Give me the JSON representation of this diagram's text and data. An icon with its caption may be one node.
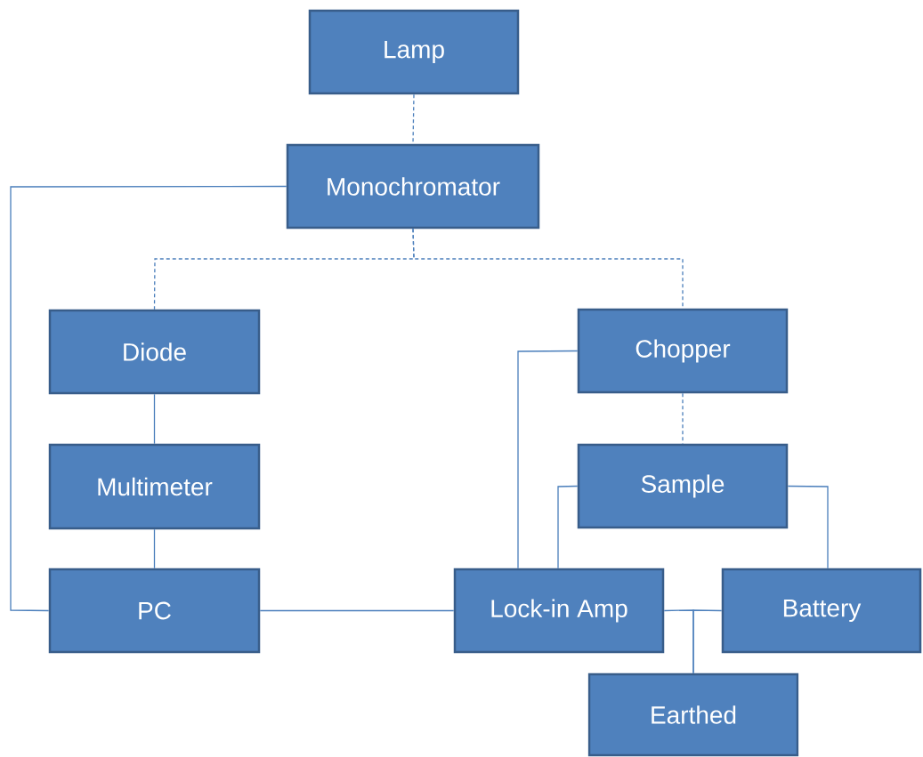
{
  "diagram": {
    "nodes": [
      {
        "text": [
          "Lamp"
        ]
      },
      {
        "text": [
          "Monochromator"
        ]
      },
      {
        "text": [
          "Diode"
        ]
      },
      {
        "text": [
          "Chopper"
        ]
      },
      {
        "text": [
          "Multimeter"
        ]
      },
      {
        "text": [
          "Sample"
        ]
      },
      {
        "text": [
          "PC"
        ]
      },
      {
        "text": [
          "Lock-in Amp"
        ]
      },
      {
        "text": [
          "Battery"
        ]
      },
      {
        "text": [
          "Earthed"
        ]
      }
    ],
    "edges": [
      {
        "from": 0,
        "to": 1,
        "arrow": "none",
        "style": "dashed"
      },
      {
        "from": 1,
        "to": 2,
        "arrow": "none",
        "style": "dashed"
      },
      {
        "from": 1,
        "to": 3,
        "arrow": "none",
        "style": "dashed"
      },
      {
        "from": 1,
        "to": 6,
        "arrow": "none"
      },
      {
        "from": 2,
        "to": 4,
        "arrow": "none"
      },
      {
        "from": 4,
        "to": 6,
        "arrow": "none"
      },
      {
        "from": 3,
        "to": 7,
        "arrow": "none"
      },
      {
        "from": 3,
        "to": 5,
        "arrow": "none",
        "style": "dashed"
      },
      {
        "from": 5,
        "to": 7,
        "arrow": "none"
      },
      {
        "from": 5,
        "to": 8,
        "arrow": "none"
      },
      {
        "from": 6,
        "to": 7,
        "arrow": "none"
      },
      {
        "from": 7,
        "to": 9,
        "arrow": "none"
      },
      {
        "from": 8,
        "to": 9,
        "arrow": "none"
      }
    ]
  }
}
